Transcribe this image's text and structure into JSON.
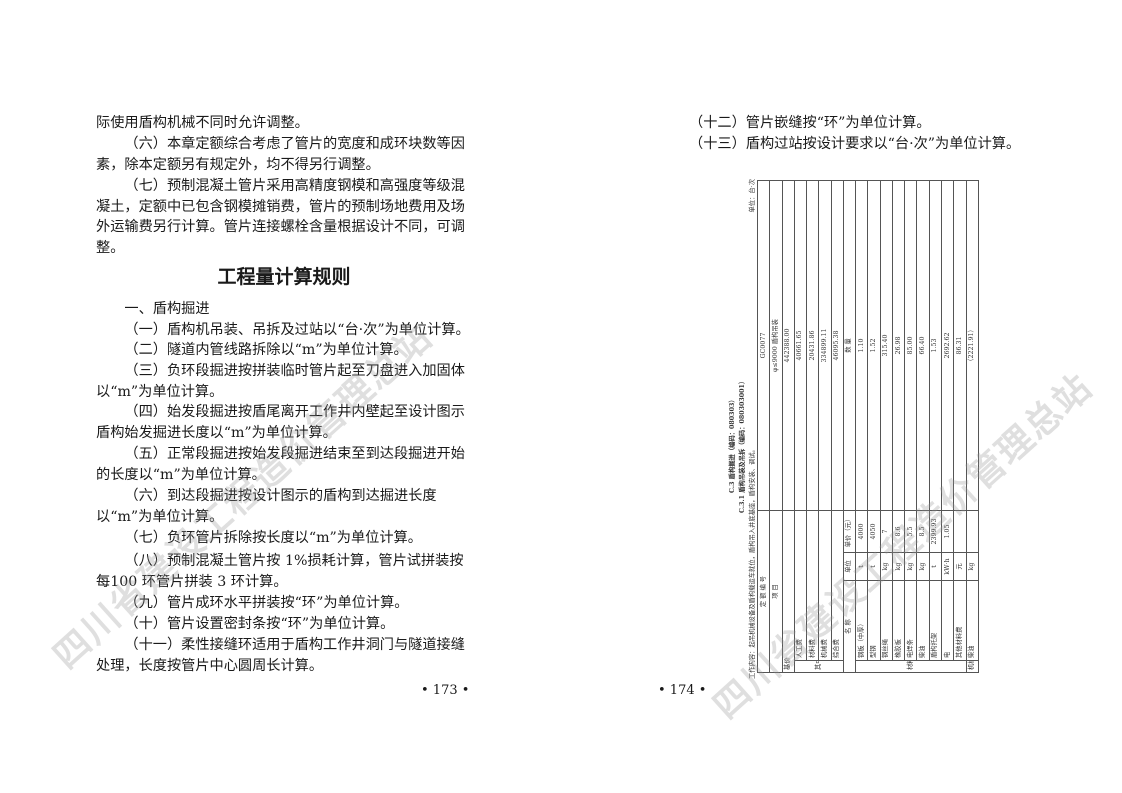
{
  "left_page": {
    "paragraphs": [
      "际使用盾构机械不同时允许调整。",
      "（六）本章定额综合考虑了管片的宽度和成环块数等因素，除本定额另有规定外，均不得另行调整。",
      "（七）预制混凝土管片采用高精度钢模和高强度等级混凝土，定额中已包含钢模摊销费，管片的预制场地费用及场外运输费另行计算。管片连接螺栓含量根据设计不同，可调整。"
    ],
    "heading": "工程量计算规则",
    "rules": [
      "一、盾构掘进",
      "（一）盾构机吊装、吊拆及过站以“台·次”为单位计算。",
      "（二）隧道内管线路拆除以“m”为单位计算。",
      "（三）负环段掘进按拼装临时管片起至刀盘进入加固体以“m”为单位计算。",
      "（四）始发段掘进按盾尾离开工作井内壁起至设计图示盾构始发掘进长度以“m”为单位计算。",
      "（五）正常段掘进按始发段掘进结束至到达段掘进开始的长度以“m”为单位计算。",
      "（六）到达段掘进按设计图示的盾构到达掘进长度以“m”为单位计算。",
      "（七）负环管片拆除按长度以“m”为单位计算。",
      "（八）预制混凝土管片按 1%损耗计算，管片试拼装按每100 环管片拼装 3 环计算。",
      "（九）管片成环水平拼装按“环”为单位计算。",
      "（十）管片设置密封条按“环”为单位计算。",
      "（十一）柔性接缝环适用于盾构工作井洞门与隧道接缝处理，长度按管片中心圆周长计算。"
    ],
    "page_number": "• 173 •"
  },
  "right_page": {
    "rules": [
      "（十二）管片嵌缝按“环”为单位计算。",
      "（十三）盾构过站按设计要求以“台·次”为单位计算。"
    ],
    "page_number": "• 174 •",
    "table": {
      "section_title": "C.3  盾构掘进（编码：080303）",
      "subsection_title": "C.3.1  盾构吊装及吊拆（编码：080303001）",
      "work_content": "工作内容：起吊机械设备及盾构载运车就位，盾构吊入井底基座，盾构安装、调试。",
      "unit_note": "单位：台·次",
      "header": {
        "quota_code_label": "定  额  编  号",
        "quota_code": "GC0077",
        "item_label": "项  目",
        "item_name": "φ≤9000 盾构吊装",
        "base_price_label": "基价",
        "base_price": "442388.00",
        "components": [
          {
            "label": "人工费",
            "value": "40661.65"
          },
          {
            "label": "材料费",
            "value": "20431.86"
          },
          {
            "label": "机械费",
            "value": "334899.11"
          },
          {
            "label": "综合费",
            "value": "46095.38"
          }
        ],
        "row_group_label": "其中"
      },
      "columns": [
        "名  称",
        "单位",
        "单价（元）",
        "数  量"
      ],
      "rows": [
        {
          "name": "钢板（中厚）",
          "unit": "t",
          "price": "4000",
          "qty": "1.10"
        },
        {
          "name": "型钢",
          "unit": "t",
          "price": "4050",
          "qty": "1.52"
        },
        {
          "name": "钢丝绳",
          "unit": "kg",
          "price": "7",
          "qty": "315.40"
        },
        {
          "name": "橡胶板",
          "unit": "kg",
          "price": "8.6",
          "qty": "26.98"
        },
        {
          "name": "电焊条",
          "unit": "kg",
          "price": "5.5",
          "qty": "85.00"
        },
        {
          "name": "柴油",
          "unit": "kg",
          "price": "8.5",
          "qty": "66.40"
        },
        {
          "name": "盾构托架",
          "unit": "t",
          "price": "2399.93",
          "qty": "1.53"
        },
        {
          "name": "电",
          "unit": "kW·h",
          "price": "1.05",
          "qty": "2692.62"
        },
        {
          "name": "其他材料费",
          "unit": "元",
          "price": "",
          "qty": "86.31"
        },
        {
          "name": "柴油",
          "unit": "kg",
          "price": "",
          "qty": "（2221.91）"
        }
      ],
      "material_group_label": "材料",
      "machine_group_label": "机械"
    }
  },
  "watermarks": [
    "四川省建设工程造价管理总站",
    "四川省建设工程造价管理总站"
  ]
}
